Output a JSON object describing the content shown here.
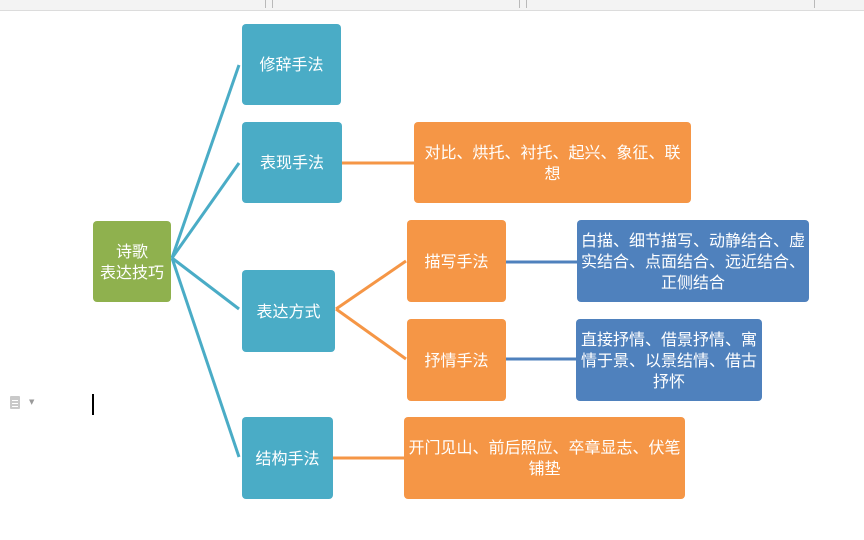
{
  "diagram": {
    "root": {
      "label_line1": "诗歌",
      "label_line2": "表达技巧"
    },
    "branches": {
      "rhetoric": {
        "label": "修辞手法"
      },
      "expression": {
        "label": "表现手法",
        "detail": "对比、烘托、衬托、起兴、象征、联想"
      },
      "manner": {
        "label": "表达方式",
        "description": {
          "label": "描写手法",
          "detail": "白描、细节描写、动静结合、虚实结合、点面结合、远近结合、正侧结合"
        },
        "lyric": {
          "label": "抒情手法",
          "detail": "直接抒情、借景抒情、寓情于景、以景结情、借古抒怀"
        }
      },
      "structure": {
        "label": "结构手法",
        "detail": "开门见山、前后照应、卒章显志、伏笔铺垫"
      }
    }
  },
  "colors": {
    "root": "#8fb14e",
    "teal": "#4aacc6",
    "orange": "#f59646",
    "blue": "#4f81bd",
    "teal_line": "#4aacc6",
    "orange_line": "#f59646",
    "blue_line": "#4f81bd"
  }
}
